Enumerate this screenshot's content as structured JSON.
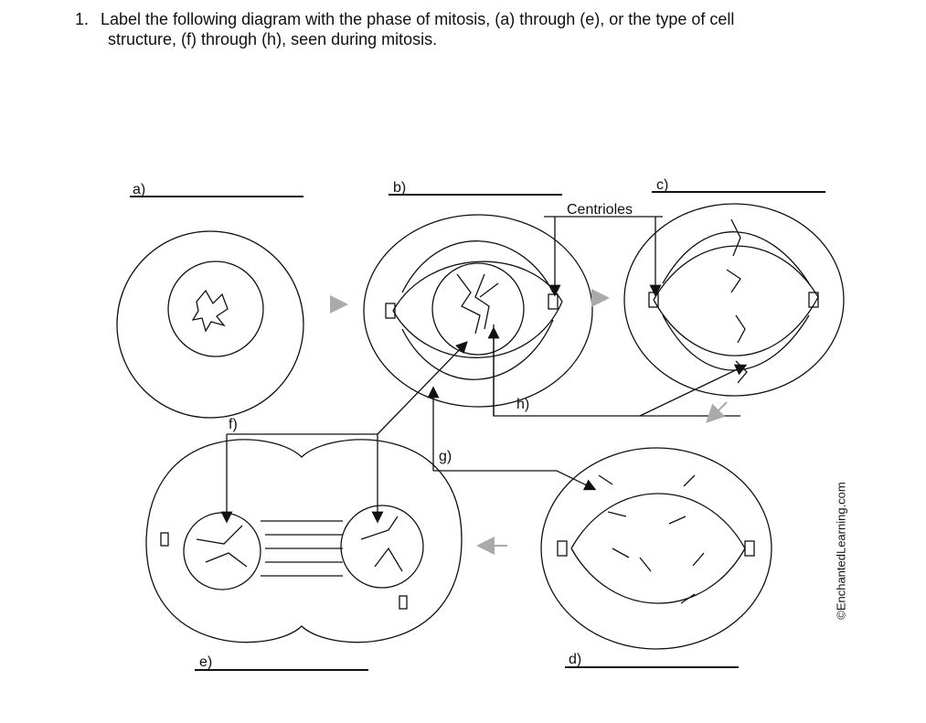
{
  "question": {
    "number": "1.",
    "line1": "Label the following diagram with the phase of mitosis, (a) through (e), or the type of cell",
    "line2": "structure, (f) through (h), seen during mitosis."
  },
  "labels": {
    "a": "a)",
    "b": "b)",
    "c": "c)",
    "d": "d)",
    "e": "e)",
    "f": "f)",
    "g": "g)",
    "h": "h)",
    "centrioles": "Centrioles"
  },
  "watermark": "©EnchantedLearning.com"
}
